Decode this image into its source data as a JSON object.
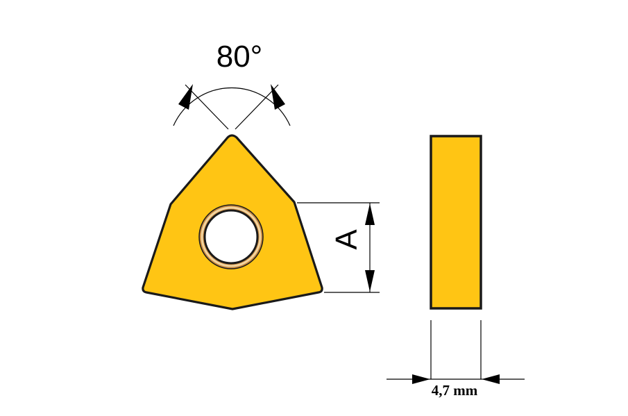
{
  "angle_label": "80°",
  "dimension_a_label": "A",
  "thickness_label": "4,7 mm",
  "colors": {
    "insert_fill": "#FFC514",
    "outline": "#1a1a1a",
    "hole_ring": "#C98A40",
    "hole_ring_light": "#F2D4A0",
    "dimension_line": "#000000"
  }
}
